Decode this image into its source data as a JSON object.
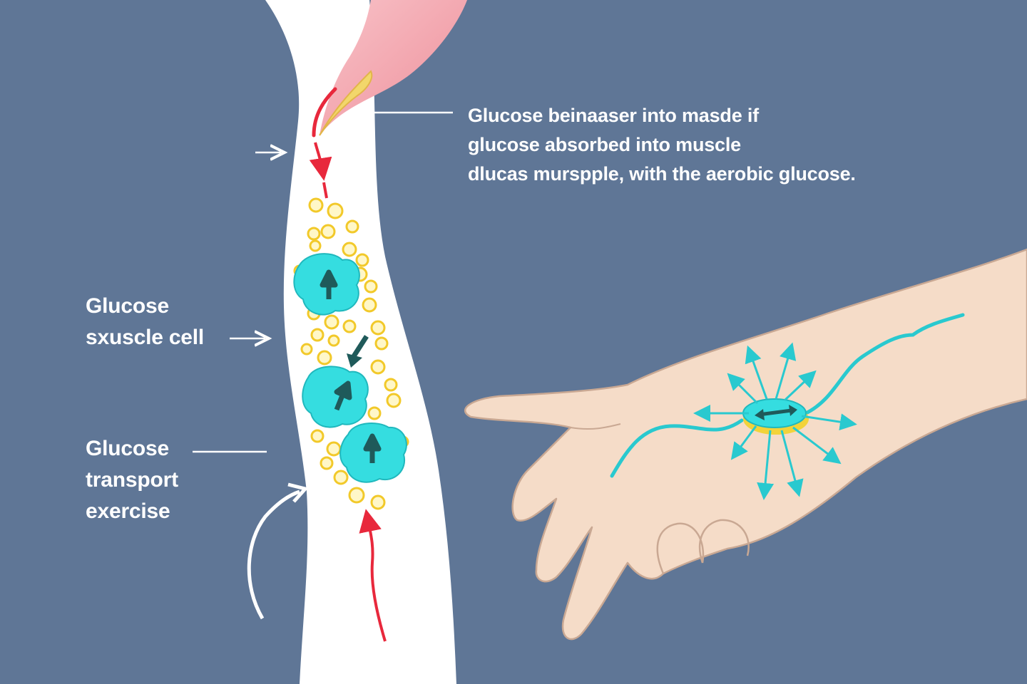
{
  "annotations": {
    "top": [
      "Glucose beinaaser into masde if",
      "glucose absorbed into muscle",
      "dlucas murspple, with the aerobic glucose."
    ],
    "cell": [
      "Glucose",
      "sxuscle cell"
    ],
    "transport": [
      "Glucose",
      "transport",
      "exercise"
    ]
  },
  "colors": {
    "background": "#5f7696",
    "vessel": "#ffffff",
    "glucose_molecule": "#f2d33a",
    "transporter": "#35dde0",
    "transporter_arrow": "#1f5a5a",
    "flow_arrow": "#e8283c",
    "muscle": "#f4a3ab",
    "skin": "#f5dcc8",
    "nerve": "#29c9cf"
  },
  "icons": {
    "transporter": "glut4-transporter-icon",
    "molecule": "glucose-molecule-icon",
    "hand": "hand-illustration"
  }
}
